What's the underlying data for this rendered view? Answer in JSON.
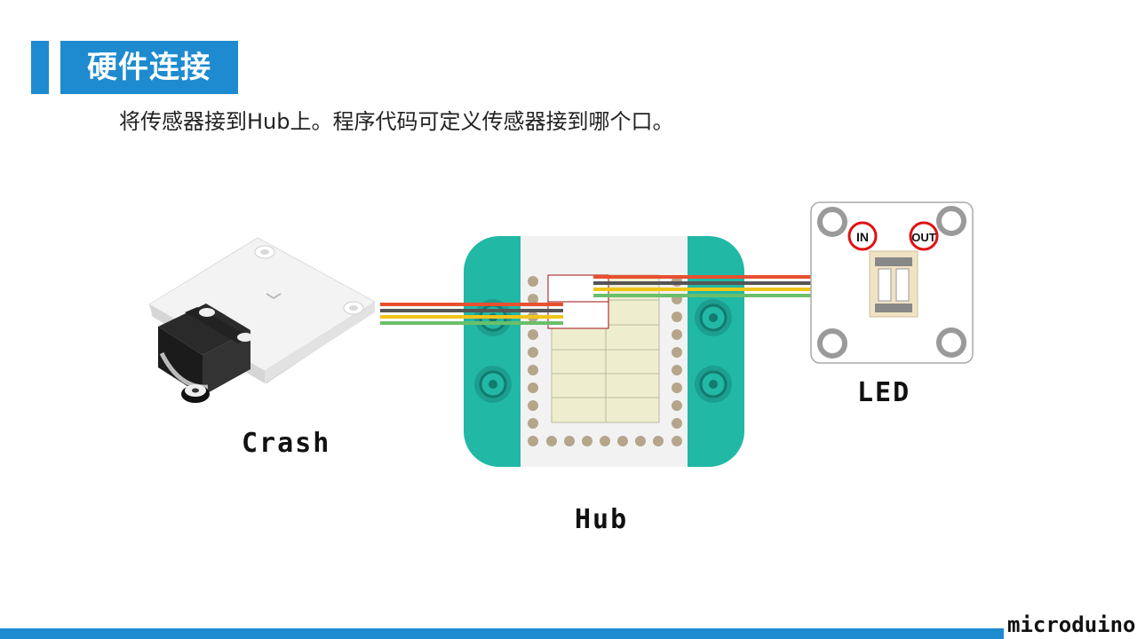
{
  "title": "硬件连接",
  "subtitle": "将传感器接到Hub上。程序代码可定义传感器接到哪个口。",
  "components": {
    "crash": "Crash",
    "hub": "Hub",
    "led": "LED"
  },
  "led_ports": {
    "in": "IN",
    "out": "OUT"
  },
  "brand": "microduino",
  "colors": {
    "accent": "#1e8bd0",
    "hub_teal": "#22b8a6",
    "wire_red": "#e8502f",
    "wire_black": "#555555",
    "wire_yellow": "#f0c419",
    "wire_green": "#6abf69",
    "port_ring": "#e01010"
  }
}
